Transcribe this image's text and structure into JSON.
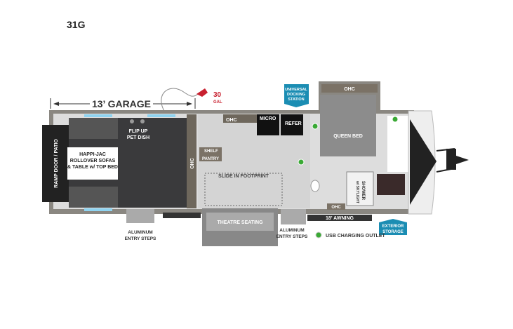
{
  "model": "31G",
  "labels": {
    "garage": "13’ GARAGE",
    "fuel_amount": "30",
    "fuel_unit": "GAL",
    "ramp_door": "RAMP DOOR / PATIO",
    "sofas": [
      "HAPPI-JAC",
      "ROLLOVER SOFAS",
      "& TABLE w/ TOP BED"
    ],
    "pet_dish": [
      "FLIP UP",
      "PET DISH"
    ],
    "garage_ohc": "OHC",
    "ohc": "OHC",
    "shelf": "SHELF",
    "pantry": "PANTRY",
    "micro": "MICRO",
    "refer": "REFER",
    "slide": "SLIDE IN FOOTPRINT",
    "theatre": "THEATRE SEATING",
    "steps_left": [
      "ALUMINUM",
      "ENTRY STEPS"
    ],
    "steps_right": [
      "ALUMINUM",
      "ENTRY STEPS"
    ],
    "docking": [
      "UNIVERSAL",
      "DOCKING",
      "STATION"
    ],
    "bed_ohc": "OHC",
    "queen_bed": "QUEEN BED",
    "shower": [
      "SHOWER",
      "w/ SKYLIGHT"
    ],
    "bath_ohc": "OHC",
    "awning": "18' AWNING",
    "exterior_storage": [
      "EXTERIOR",
      "STORAGE"
    ],
    "usb_legend": "USB CHARGING OUTLET"
  },
  "colors": {
    "callout": "#1b8db3",
    "usb": "#3aa935",
    "fuel": "#c8202f",
    "floor_dark": "#3a3a3c",
    "wall": "#7d7a74"
  }
}
